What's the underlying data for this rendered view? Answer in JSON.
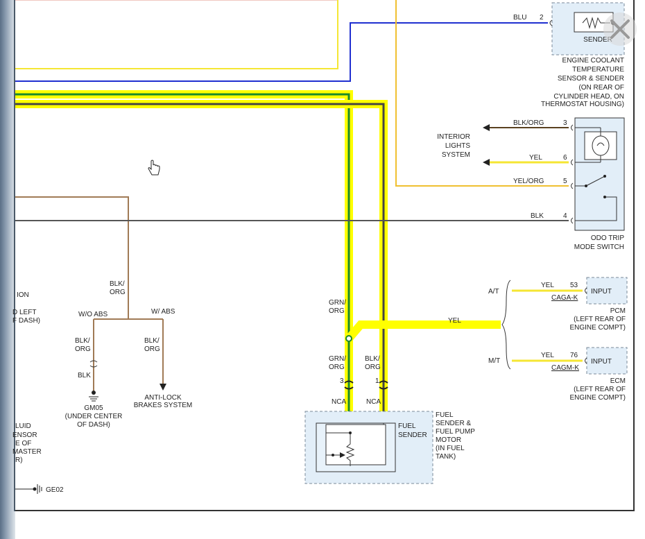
{
  "components": {
    "ect_sender": {
      "inner_label": "SENDER",
      "name": [
        "ENGINE COOLANT",
        "TEMPERATURE",
        "SENSOR & SENDER",
        "(ON REAR OF",
        "CYLINDER HEAD, ON",
        "THERMOSTAT HOUSING)"
      ]
    },
    "interior_lights": [
      "INTERIOR",
      "LIGHTS",
      "SYSTEM"
    ],
    "odo_switch": [
      "ODO TRIP",
      "MODE SWITCH"
    ],
    "pcm": {
      "box_label": "INPUT",
      "pin": "53",
      "wire": "YEL",
      "circuit": "CAGA-K",
      "name": [
        "PCM",
        "(LEFT REAR OF",
        "ENGINE COMPT)"
      ]
    },
    "ecm": {
      "box_label": "INPUT",
      "pin": "76",
      "wire": "YEL",
      "circuit": "CAGM-K",
      "name": [
        "ECM",
        "(LEFT REAR OF",
        "ENGINE COMPT)"
      ]
    },
    "fuel_sender": {
      "inner_label": [
        "FUEL",
        "SENDER"
      ],
      "name": [
        "FUEL",
        "SENDER &",
        "FUEL PUMP",
        "MOTOR",
        "(IN FUEL",
        "TANK)"
      ]
    },
    "ground_gm05": [
      "GM05",
      "(UNDER CENTER",
      "OF DASH)"
    ],
    "anti_lock": [
      "ANTI-LOCK",
      "BRAKES SYSTEM"
    ],
    "ground_ge02": "GE02"
  },
  "wires": {
    "blu": {
      "color": "BLU",
      "pin": "2"
    },
    "blk_org_interior": {
      "color": "BLK/ORG",
      "pin": "3"
    },
    "yel_interior": {
      "color": "YEL",
      "pin": "6"
    },
    "yel_org_odo": {
      "color": "YEL/ORG",
      "pin": "5"
    },
    "blk_odo": {
      "color": "BLK",
      "pin": "4"
    },
    "yel_trunk": "YEL",
    "grn_org_upper": [
      "GRN/",
      "ORG"
    ],
    "grn_org_lower": [
      "GRN/",
      "ORG"
    ],
    "blk_org_fuel": [
      "BLK/",
      "ORG"
    ],
    "fuel_pin_3": "3",
    "fuel_pin_1": "1",
    "nca_left": "NCA",
    "nca_right": "NCA",
    "blk_org_split": [
      "BLK/",
      "ORG"
    ],
    "wo_abs": "W/O ABS",
    "w_abs": "W/ ABS",
    "wo_abs_wire": [
      "BLK/",
      "ORG"
    ],
    "w_abs_wire": [
      "BLK/",
      "ORG"
    ],
    "blk_ground": "BLK"
  },
  "transmission": {
    "at": "A/T",
    "mt": "M/T"
  },
  "left_truncated": {
    "upper": [
      "ION",
      "D LEFT",
      "F DASH)"
    ],
    "lower": [
      "LUID",
      "ENSOR",
      "E OF",
      "MASTER",
      "R)"
    ]
  },
  "colors": {
    "blue": "#1f2fd0",
    "yellow": "#f5e633",
    "highlight": "#ffff00",
    "green": "#1a8a2a",
    "black": "#333333",
    "brown": "#a07a55",
    "orange_yellow": "#f0c030",
    "box_fill": "#e2eef8",
    "box_dash": "#7a8a99"
  }
}
